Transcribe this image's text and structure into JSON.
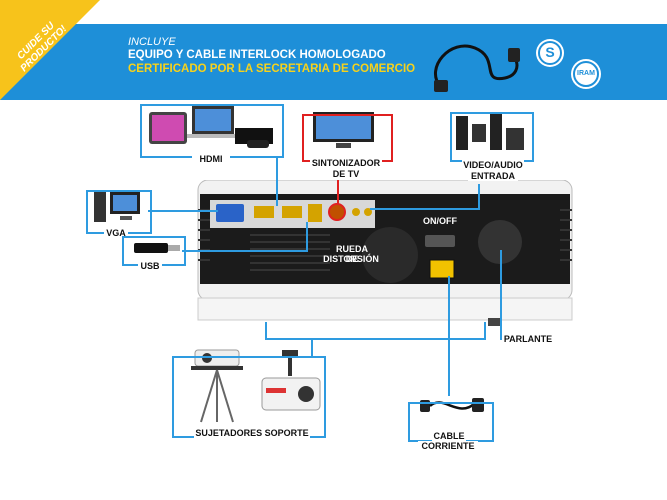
{
  "banner": {
    "corner_text": "CUIDE SU PRODUCTO!",
    "line1": "INCLUYE",
    "line2": "EQUIPO Y CABLE INTERLOCK HOMOLOGADO",
    "line3": "CERTIFICADO POR LA SECRETARIA DE COMERCIO",
    "badge_right": "IRAM",
    "badge_left": "S"
  },
  "labels": {
    "hdmi": "HDMI",
    "tv_tuner_1": "SINTONIZADOR",
    "tv_tuner_2": "DE TV",
    "video_audio_1": "VIDEO/AUDIO",
    "video_audio_2": "ENTRADA",
    "vga": "VGA",
    "usb": "USB",
    "onoff": "ON/OFF",
    "rueda_1": "RUEDA DE",
    "rueda_2": "DISTORSIÓN",
    "parlante": "PARLANTE",
    "soporte": "SUJETADORES SOPORTE",
    "cable_1": "CABLE",
    "cable_2": "CORRIENTE"
  },
  "colors": {
    "banner_blue": "#1e8fd8",
    "corner_yellow": "#f7c31b",
    "accent_blue": "#2e9be0",
    "accent_red": "#e02020"
  }
}
